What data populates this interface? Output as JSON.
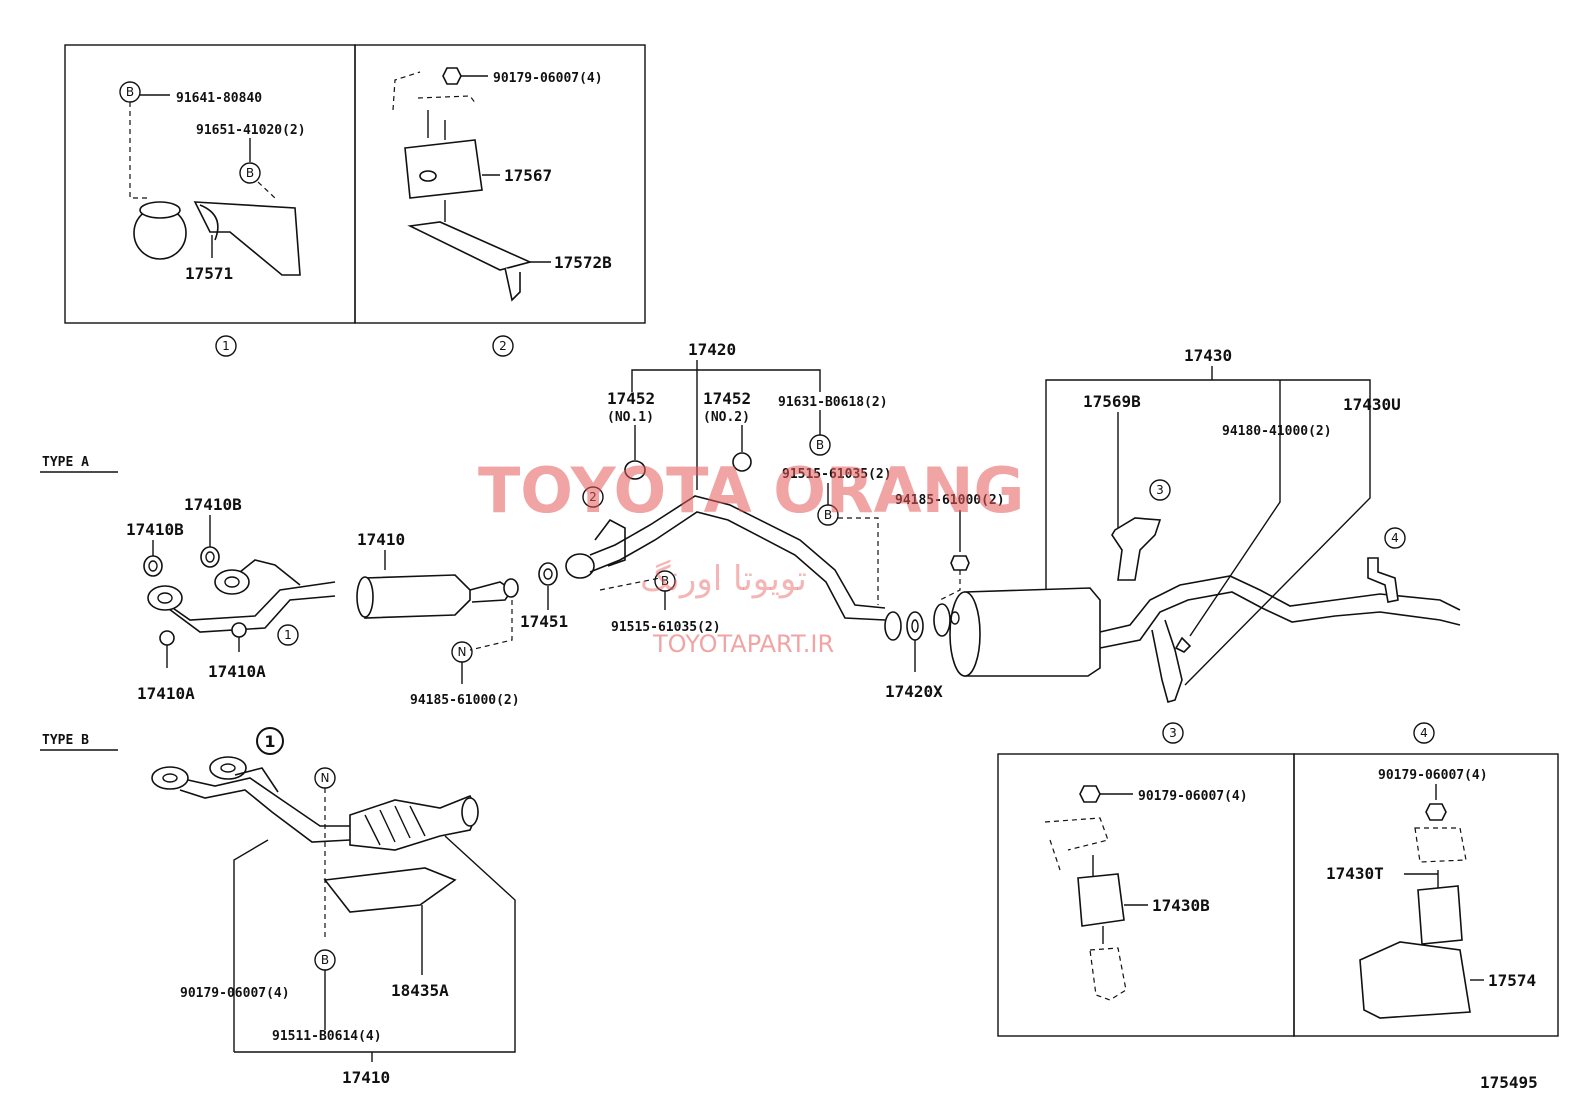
{
  "watermark": {
    "brand": "TOYOTA ORANG",
    "persian": "تویوتا اورنگ",
    "url": "TOYOTAPART.IR"
  },
  "figure_number": "175495",
  "type_labels": {
    "a": "TYPE A",
    "b": "TYPE B"
  },
  "circle_refs": {
    "one": "1",
    "two": "2",
    "three": "3",
    "four": "4",
    "b": "B",
    "n": "N"
  },
  "inset1": {
    "p1": "91641-80840",
    "p2": "91651-41020(2)",
    "p3": "17571"
  },
  "inset2": {
    "p1": "90179-06007(4)",
    "p2": "17567",
    "p3": "17572B"
  },
  "inset3": {
    "p1": "90179-06007(4)",
    "p2": "17430B"
  },
  "inset4": {
    "p1": "90179-06007(4)",
    "p2": "17430T",
    "p3": "17574"
  },
  "type_a": {
    "p17410B_1": "17410B",
    "p17410B_2": "17410B",
    "p17410": "17410",
    "p17410A_1": "17410A",
    "p17410A_2": "17410A",
    "p17451": "17451",
    "p94185_left": "94185-61000(2)",
    "p17420": "17420",
    "p17452_1": "17452",
    "no1": "(NO.1)",
    "p17452_2": "17452",
    "no2": "(NO.2)",
    "p91631": "91631-B0618(2)",
    "p91515_top": "91515-61035(2)",
    "p91515_bot": "91515-61035(2)",
    "p94185_mid": "94185-61000(2)",
    "p17420X": "17420X",
    "p17430": "17430",
    "p17569B": "17569B",
    "p17430U": "17430U",
    "p94180": "94180-41000(2)"
  },
  "type_b": {
    "p90179": "90179-06007(4)",
    "p91511": "91511-B0614(4)",
    "p18435A": "18435A",
    "p17410": "17410"
  }
}
